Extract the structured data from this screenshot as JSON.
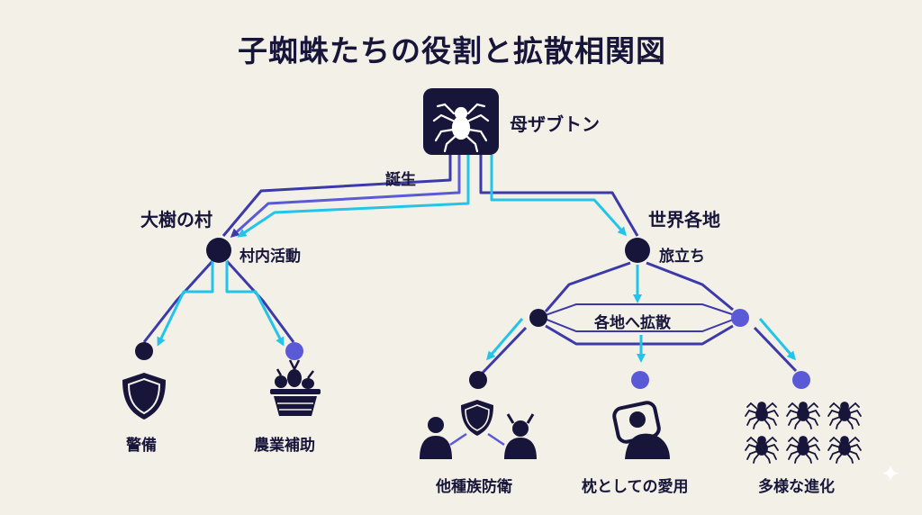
{
  "title": "子蜘蛛たちの役割と拡散相関図",
  "nodes": {
    "mother": "母ザブトン",
    "birth": "誕生",
    "village": "大樹の村",
    "village_activity": "村内活動",
    "world": "世界各地",
    "journey": "旅立ち",
    "spread": "各地へ拡散",
    "guard": "警備",
    "farming": "農業補助",
    "defense": "他種族防衛",
    "pillow": "枕としての愛用",
    "evolution": "多様な進化"
  },
  "icons": {
    "mother": "spider-icon",
    "guard": "shield-icon",
    "farming": "vegetable-basket-icon",
    "defense": "people-shield-icon",
    "pillow": "person-pillow-icon",
    "evolution": "spider-group-icon"
  },
  "colors": {
    "background": "#f3f0e8",
    "navy": "#17153a",
    "cyan": "#22c4ea",
    "periwinkle": "#5a5ad6",
    "line": "#3b3aa8"
  }
}
